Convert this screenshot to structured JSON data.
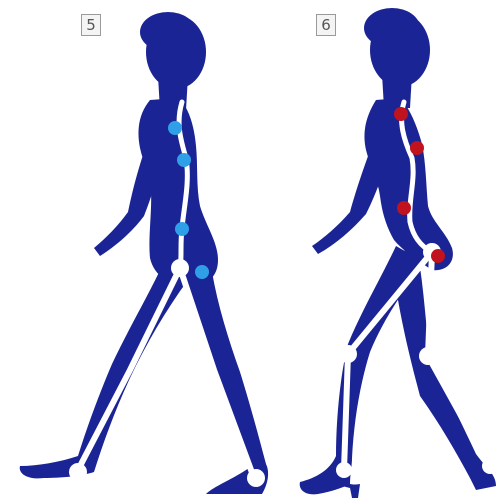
{
  "panels": [
    {
      "label": "5",
      "figure": "walking-woman-silhouette",
      "marker_color": "#2fa0e8",
      "footwear": "flat-shoes"
    },
    {
      "label": "6",
      "figure": "walking-woman-silhouette",
      "marker_color": "#c0131d",
      "footwear": "high-heels"
    }
  ],
  "colors": {
    "silhouette": "#1b2494",
    "skeleton": "#ffffff",
    "background": "#ffffff"
  }
}
